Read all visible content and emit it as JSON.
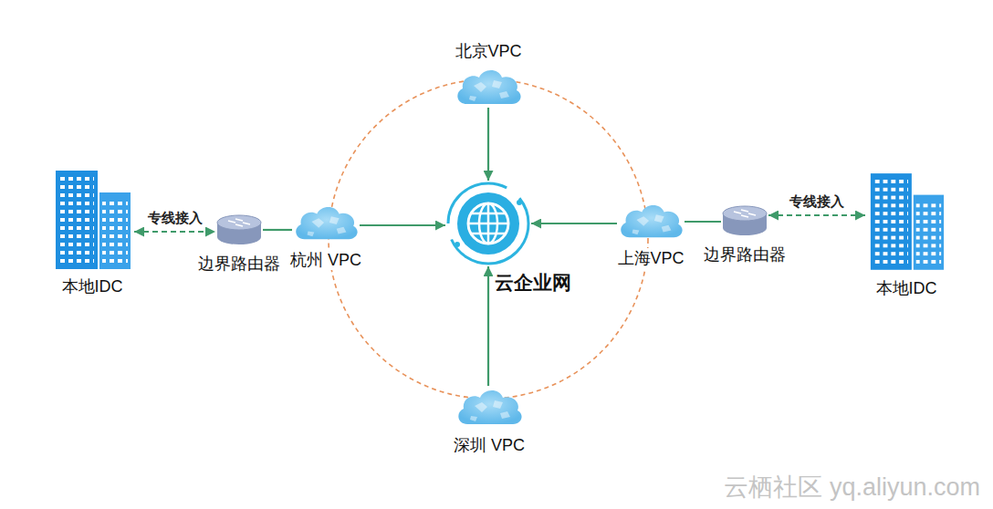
{
  "diagram": {
    "nodes": [
      {
        "text": [
          "北京VPC"
        ]
      },
      {
        "text": [
          "本地IDC"
        ]
      },
      {
        "text": [
          "边界路由器"
        ]
      },
      {
        "text": [
          "杭州 VPC"
        ]
      },
      {
        "text": [
          "云企业网"
        ]
      },
      {
        "text": [
          "上海VPC"
        ]
      },
      {
        "text": [
          "边界路由器"
        ]
      },
      {
        "text": [
          "本地IDC"
        ]
      },
      {
        "text": [
          "深圳 VPC"
        ]
      }
    ],
    "edges": [
      {
        "from": 1,
        "to": 2,
        "arrow": "both",
        "label": "专线接入"
      },
      {
        "from": 2,
        "to": 3,
        "arrow": "none"
      },
      {
        "from": 3,
        "to": 4,
        "arrow": "to"
      },
      {
        "from": 0,
        "to": 4,
        "arrow": "to"
      },
      {
        "from": 5,
        "to": 4,
        "arrow": "to"
      },
      {
        "from": 6,
        "to": 5,
        "arrow": "none"
      },
      {
        "from": 7,
        "to": 6,
        "arrow": "both",
        "label": "专线接入"
      },
      {
        "from": 8,
        "to": 4,
        "arrow": "to"
      }
    ],
    "labels": [
      "云栖社区 yq.aliyun.com"
    ]
  }
}
